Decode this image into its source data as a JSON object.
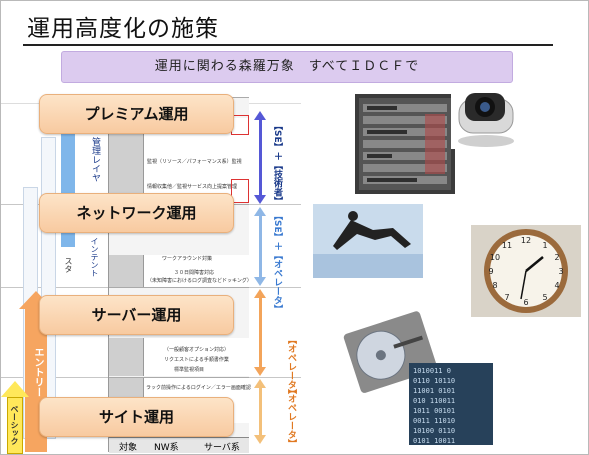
{
  "title": "運用高度化の施策",
  "subtitle": "運用に関わる森羅万象　すべてＩＤＣＦで",
  "pills": [
    {
      "label": "プレミアム運用"
    },
    {
      "label": "ネットワーク運用"
    },
    {
      "label": "サーバー運用"
    },
    {
      "label": "サイト運用"
    }
  ],
  "side_labels": {
    "entry": "エントリー",
    "basic": "ベーシック",
    "standard_partial": "スタ",
    "intent_partial": "インテント",
    "manage_partial": "管理レイヤ"
  },
  "band_labels": {
    "se_tech": "【SE】＋【技術者】",
    "se_op": "【SE】＋【オペレータ】",
    "op1": "【オペレータ】",
    "op2": "【オペレータ】"
  },
  "grid_text": {
    "r1": "監視（リソース／パフォーマンス系）監視",
    "r2": "情報収集他／監視サービス向上提案管理",
    "r3": "ワークアラウンド対策",
    "r4a": "３０日間障害対応",
    "r4b": "（未知障害におけるログ調査などドッキング）",
    "r5": "（一般顧客オプション対応）",
    "r6": "リクエストによる手順書作業",
    "r7": "標準監視項目",
    "r8": "ラック前操作によるログイン／エラー画面確認"
  },
  "footer": [
    "対象",
    "NW系",
    "サーバ系"
  ]
}
